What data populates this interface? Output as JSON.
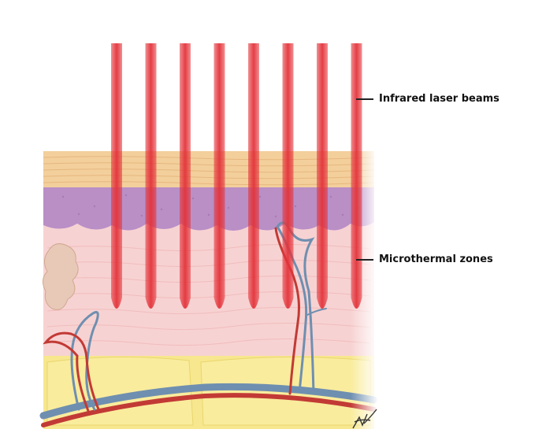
{
  "labels": {
    "beams": "Infrared laser beams",
    "zones": "Microthermal zones"
  },
  "beam_count": 8,
  "colors": {
    "epidermis": "#f3cf9c",
    "basal_layer": "#b98fc6",
    "dermis": "#f7d2d2",
    "fat": "#f7e78e",
    "beam": "#e3333a",
    "artery": "#c23a35",
    "vein": "#6f8fb0"
  },
  "icons": {
    "signature": "artist-signature-icon"
  }
}
